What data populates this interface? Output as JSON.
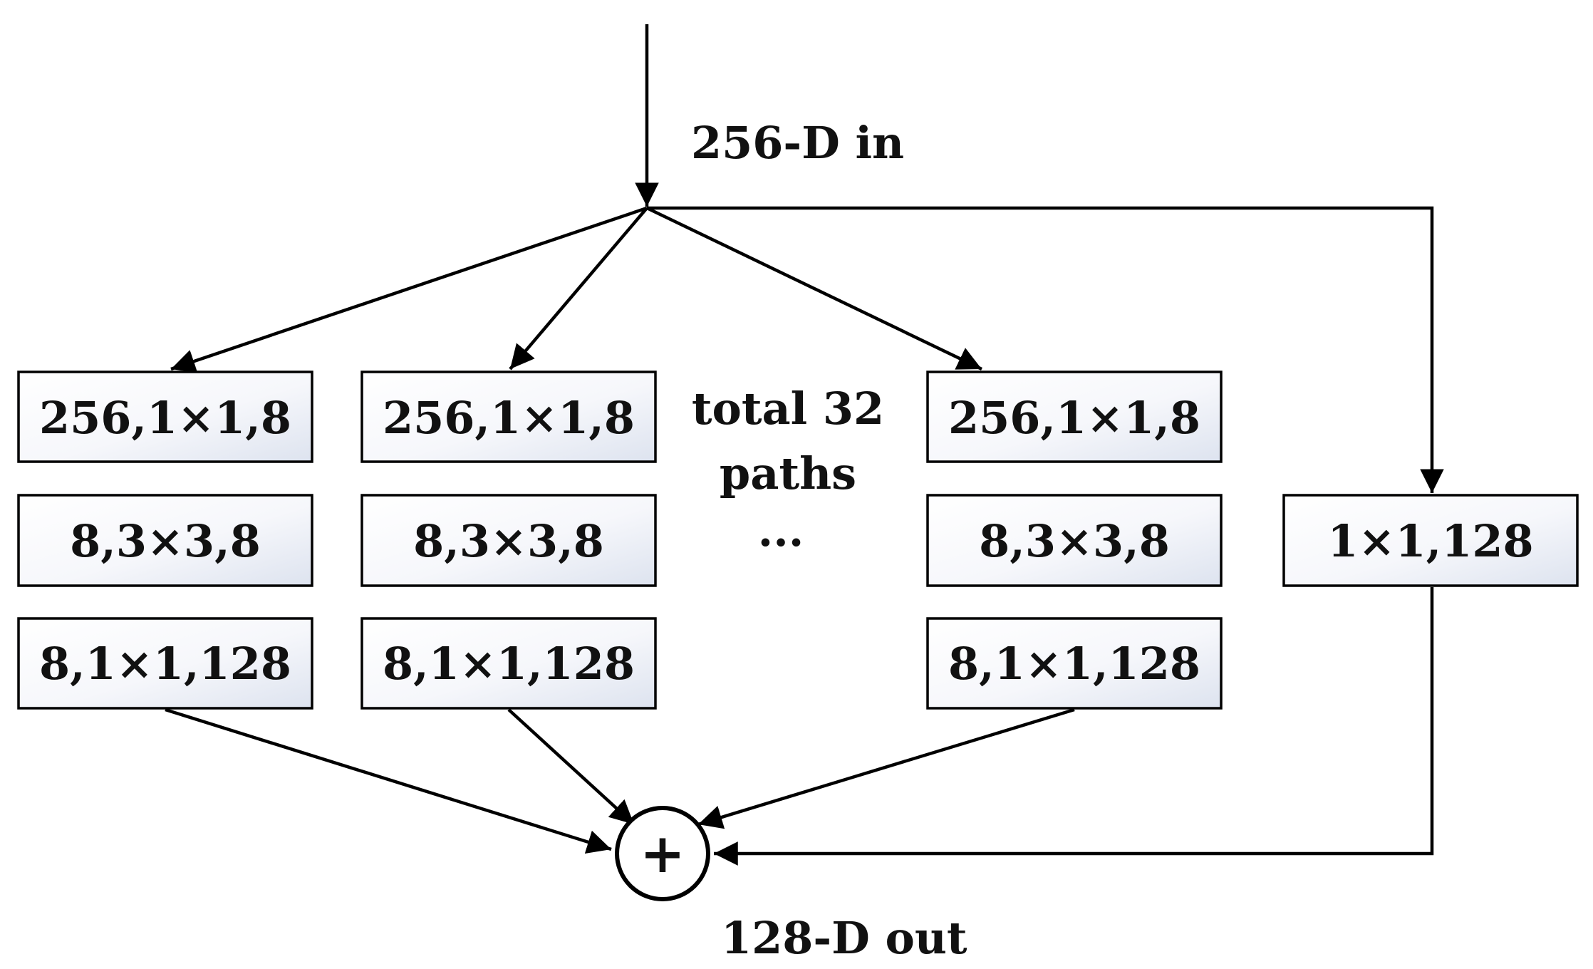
{
  "input_label": "256-D in",
  "output_label": "128-D out",
  "middle_note": {
    "lines": [
      "total 32",
      "paths"
    ],
    "ellipsis": "..."
  },
  "paths": [
    {
      "layers": [
        "256,1×1,8",
        "8,3×3,8",
        "8,1×1,128"
      ]
    },
    {
      "layers": [
        "256,1×1,8",
        "8,3×3,8",
        "8,1×1,128"
      ]
    },
    {
      "layers": [
        "256,1×1,8",
        "8,3×3,8",
        "8,1×1,128"
      ]
    }
  ],
  "shortcut": {
    "label": "1×1,128"
  },
  "sum_symbol": "+"
}
